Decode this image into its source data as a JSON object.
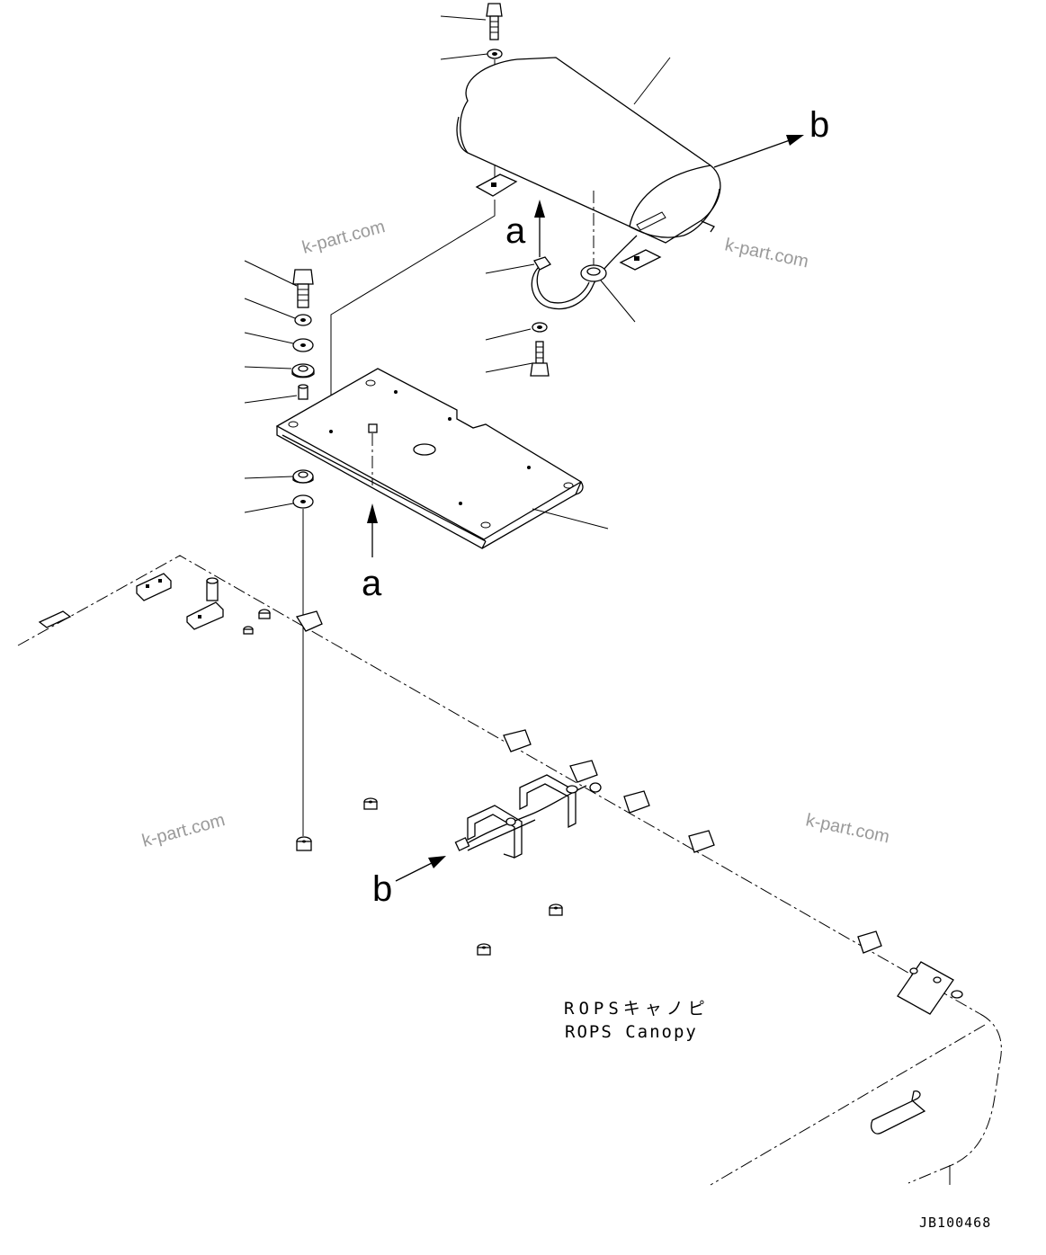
{
  "callout_letters": {
    "a_upper": "a",
    "a_lower": "a",
    "b_upper": "b",
    "b_lower": "b"
  },
  "canopy_label": {
    "japanese": "ROPSキャノピ",
    "english": "ROPS Canopy"
  },
  "drawing_number": "JB100468",
  "watermarks": [
    "k-part.com",
    "k-part.com",
    "k-part.com",
    "k-part.com"
  ],
  "icons": {
    "bolt": "bolt-icon",
    "washer": "washer-icon",
    "bracket": "bracket-icon",
    "arrow": "arrow-icon"
  }
}
